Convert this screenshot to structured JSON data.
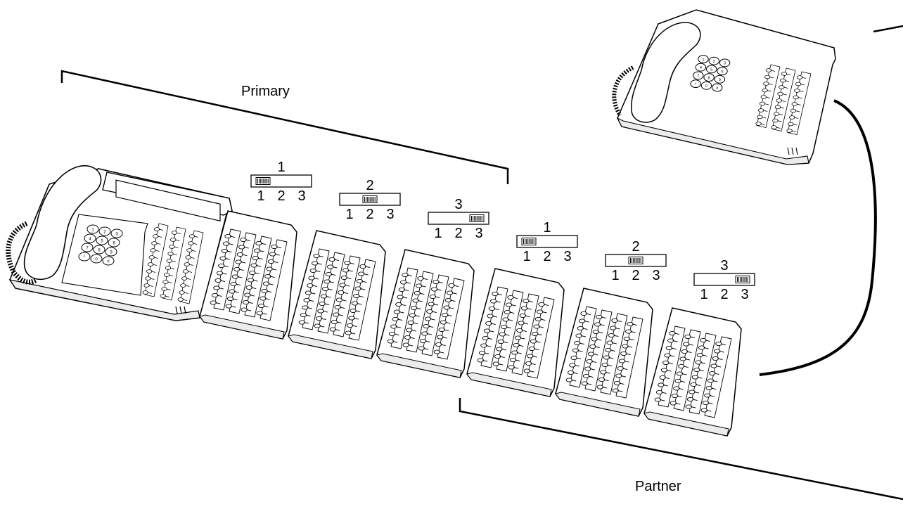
{
  "groups": {
    "primary": {
      "label": "Primary"
    },
    "partner": {
      "label": "Partner"
    }
  },
  "switches": [
    {
      "title": "1",
      "positions": [
        "1",
        "2",
        "3"
      ],
      "selected": 1
    },
    {
      "title": "2",
      "positions": [
        "1",
        "2",
        "3"
      ],
      "selected": 2
    },
    {
      "title": "3",
      "positions": [
        "1",
        "2",
        "3"
      ],
      "selected": 3
    },
    {
      "title": "1",
      "positions": [
        "1",
        "2",
        "3"
      ],
      "selected": 1
    },
    {
      "title": "2",
      "positions": [
        "1",
        "2",
        "3"
      ],
      "selected": 2
    },
    {
      "title": "3",
      "positions": [
        "1",
        "2",
        "3"
      ],
      "selected": 3
    }
  ],
  "keypad": [
    "1",
    "2",
    "3",
    "4",
    "5",
    "6",
    "7",
    "8",
    "9",
    "*",
    "0",
    "#"
  ],
  "colors": {
    "line": "#000000",
    "housing": "#ffffff",
    "shade": "#e8e8e8"
  }
}
